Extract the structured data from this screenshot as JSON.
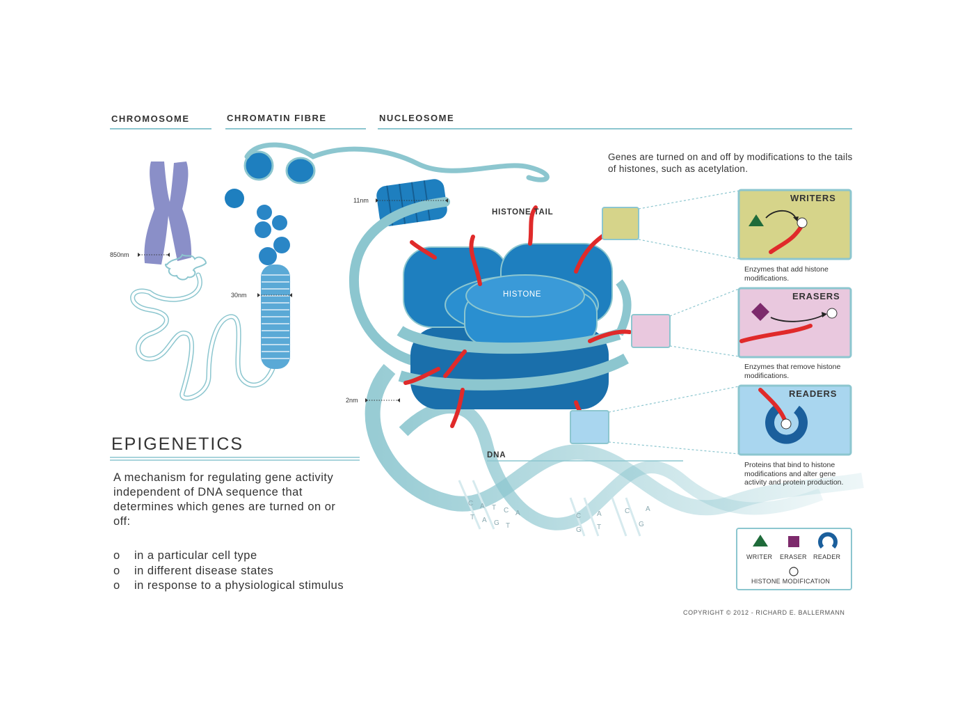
{
  "sections": {
    "chromosome": "CHROMOSOME",
    "chromatin_fibre": "CHROMATIN FIBRE",
    "nucleosome": "NUCLEOSOME"
  },
  "measurements": {
    "m850": "850nm",
    "m30": "30nm",
    "m11": "11nm",
    "m2": "2nm"
  },
  "labels": {
    "histone_tail": "HISTONE TAIL",
    "histone": "HISTONE",
    "dna": "DNA"
  },
  "intro": "Genes are turned on and off by modifications to the tails of histones, such as acetylation.",
  "cards": [
    {
      "title": "WRITERS",
      "caption": "Enzymes that add histone modifications.",
      "bg": "#d6d48a"
    },
    {
      "title": "ERASERS",
      "caption": "Enzymes that remove histone modifications.",
      "bg": "#e9c8de"
    },
    {
      "title": "READERS",
      "caption": "Proteins that bind to histone modifications and alter gene activity and protein production.",
      "bg": "#a9d6ef"
    }
  ],
  "legend": {
    "writer": "WRITER",
    "eraser": "ERASER",
    "reader": "READER",
    "histone_modification": "HISTONE MODIFICATION"
  },
  "epigenetics": {
    "title": "EPIGENETICS",
    "description": "A mechanism for regulating gene activity independent of DNA sequence that determines which genes are turned on or off:",
    "bullet_marker": "o",
    "items": [
      "in a particular cell type",
      "in different disease states",
      "in response to a physiological stimulus"
    ]
  },
  "dna_letters": [
    "C",
    "A",
    "T",
    "C",
    "A",
    "T",
    "A",
    "G",
    "T",
    "C",
    "A",
    "C",
    "A",
    "G",
    "T",
    "G"
  ],
  "copyright": "COPYRIGHT © 2012 - RICHARD E. BALLERMANN",
  "colors": {
    "accent": "#8cc6cf",
    "histone_blue": "#1e7fbf",
    "histone_dark": "#155f94",
    "tail_red": "#e02a2a",
    "chromosome": "#8a8fc8",
    "writer_green": "#1f6b3a",
    "eraser_purple": "#7d2a6c",
    "reader_blue": "#1b5f9c"
  }
}
